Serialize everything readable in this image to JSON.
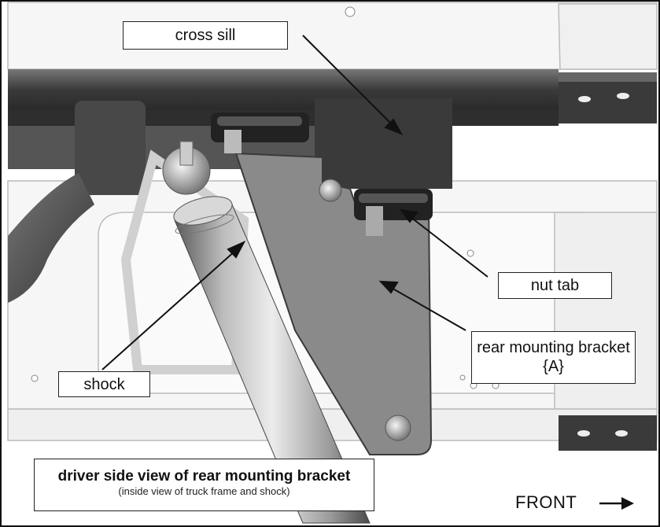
{
  "labels": {
    "cross_sill": "cross sill",
    "nut_tab": "nut tab",
    "rear_bracket": "rear mounting bracket {A}",
    "shock": "shock"
  },
  "caption": {
    "title": "driver side view of rear mounting bracket",
    "subtitle": "(inside view of truck frame and shock)"
  },
  "direction": {
    "label": "FRONT",
    "arrow_icon": "right-arrow-icon"
  }
}
